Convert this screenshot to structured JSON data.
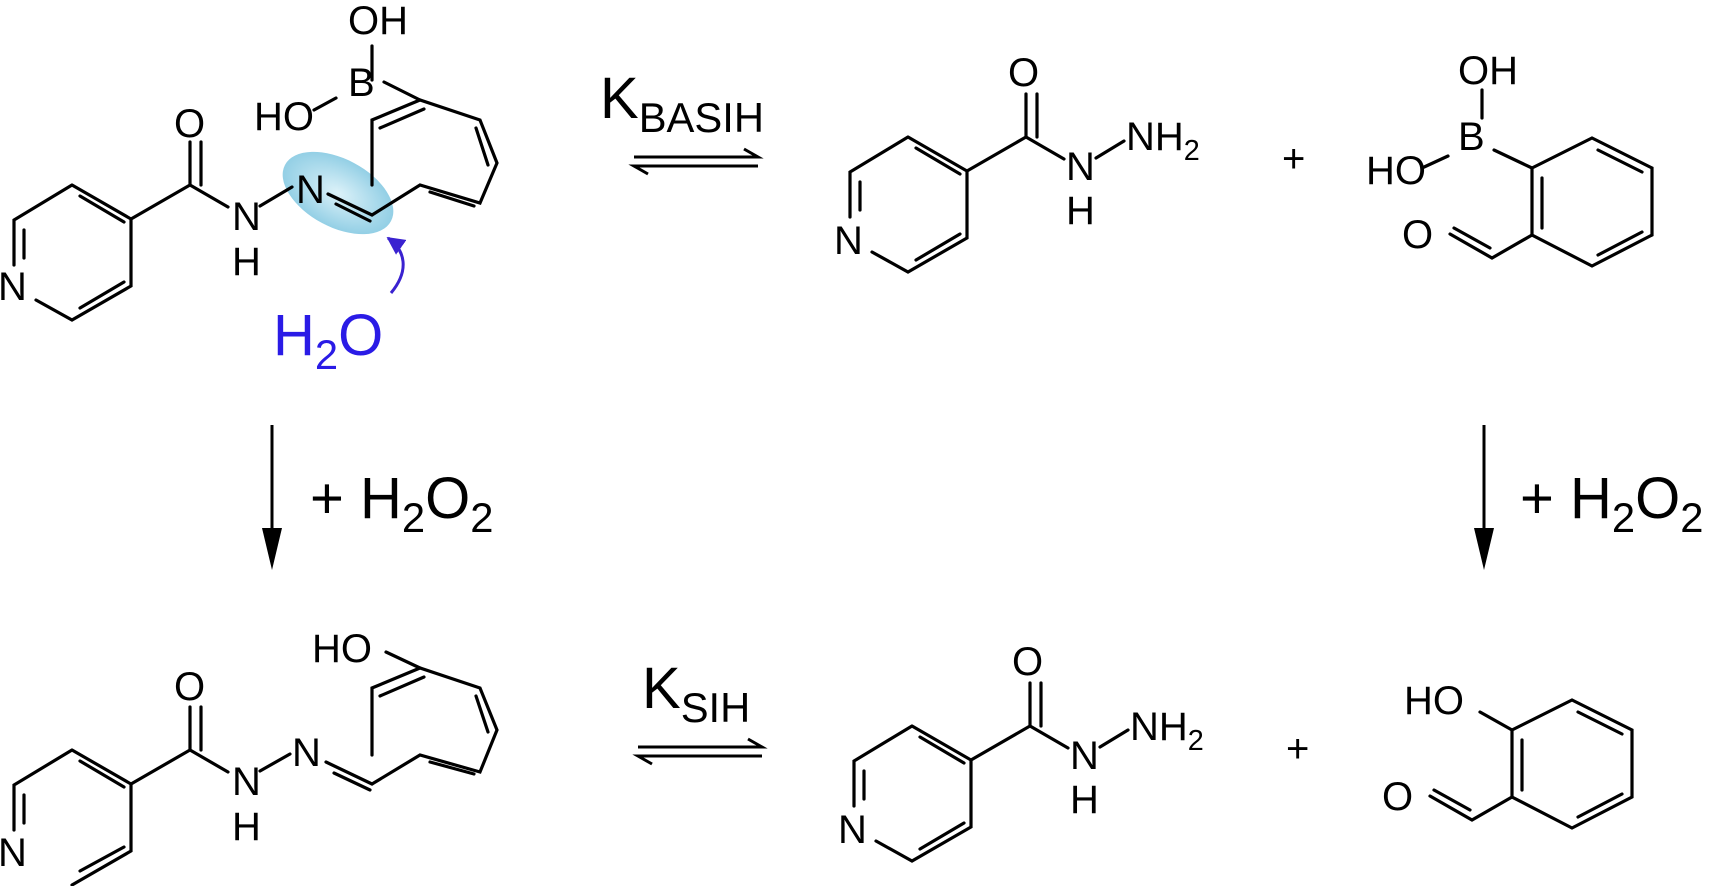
{
  "molecules": {
    "basih": {
      "pyridine_N": "N",
      "carbonyl_O": "O",
      "amide_N": "N",
      "amide_H": "H",
      "imine_N": "N",
      "boron": "B",
      "boron_OH_top": "OH",
      "boron_OH_left": "HO"
    },
    "water": {
      "main": "H",
      "sub": "2",
      "tail": "O"
    },
    "inh_top": {
      "pyridine_N": "N",
      "carbonyl_O": "O",
      "amide_N": "N",
      "amide_H": "H",
      "amine": "NH",
      "amine_sub": "2"
    },
    "fpba": {
      "boron": "B",
      "boron_OH_top": "OH",
      "boron_OH_left": "HO",
      "aldehyde_O": "O"
    },
    "sih": {
      "pyridine_N": "N",
      "carbonyl_O": "O",
      "amide_N": "N",
      "amide_H": "H",
      "imine_N": "N",
      "phenol": "HO"
    },
    "inh_bottom": {
      "pyridine_N": "N",
      "carbonyl_O": "O",
      "amide_N": "N",
      "amide_H": "H",
      "amine": "NH",
      "amine_sub": "2"
    },
    "salicylaldehyde": {
      "phenol": "HO",
      "aldehyde_O": "O"
    }
  },
  "labels": {
    "k_basih": {
      "main": "K",
      "sub": "BASIH"
    },
    "k_sih": {
      "main": "K",
      "sub": "SIH"
    },
    "plus_top": "+",
    "plus_bottom": "+",
    "reagent_left": {
      "prefix": "+ H",
      "s1": "2",
      "mid": "O",
      "s2": "2"
    },
    "reagent_right": {
      "prefix": "+ H",
      "s1": "2",
      "mid": "O",
      "s2": "2"
    }
  },
  "colors": {
    "water_label": "#2a1be6",
    "curved_arrow": "#3a22d0",
    "highlight": "#7fc6e0"
  }
}
